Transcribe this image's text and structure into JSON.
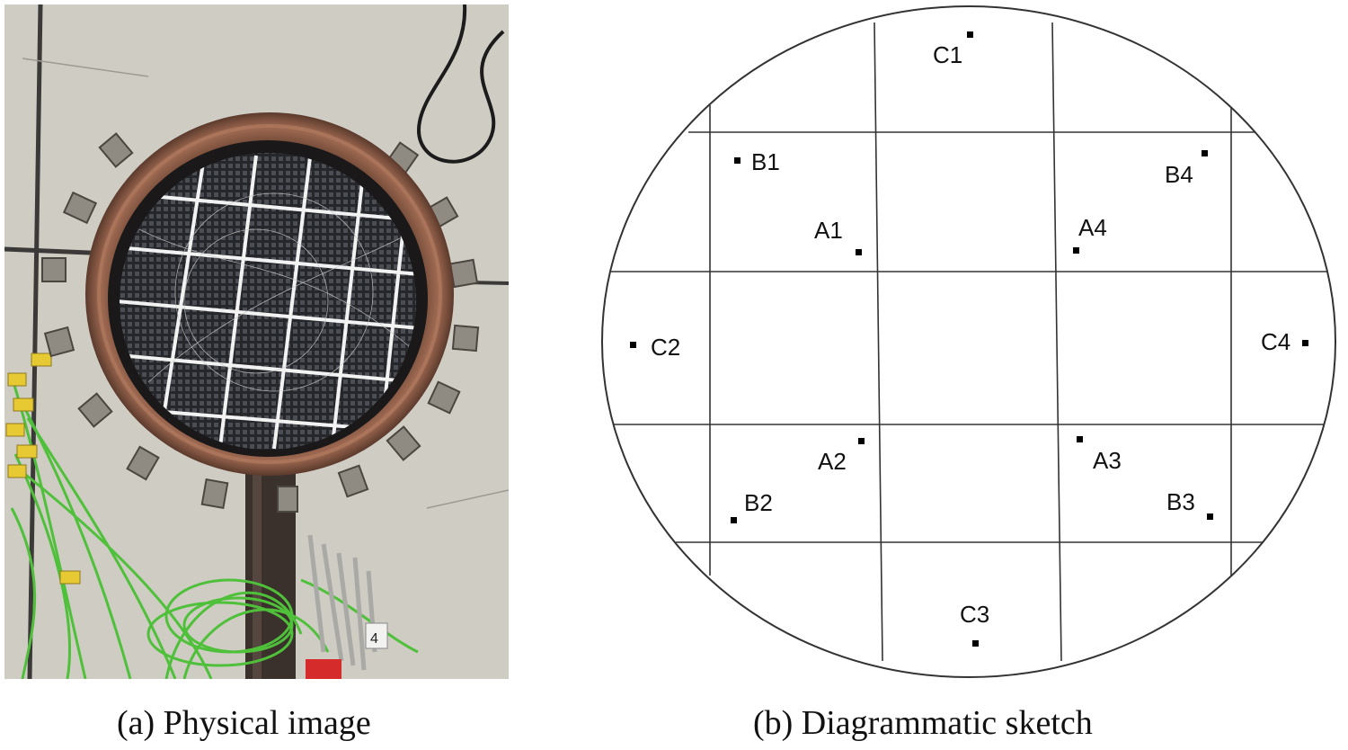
{
  "captions": {
    "photo": "(a) Physical image",
    "sketch": "(b) Diagrammatic sketch"
  },
  "photo_tag": "4",
  "points": {
    "C1": "C1",
    "B1": "B1",
    "B4": "B4",
    "A1": "A1",
    "A4": "A4",
    "C2": "C2",
    "C4": "C4",
    "A2": "A2",
    "A3": "A3",
    "B2": "B2",
    "B3": "B3",
    "C3": "C3"
  },
  "colors": {
    "ground": "#c9c6bf",
    "pipe_rim": "#8a5a44",
    "honeycomb": "#2d2f33",
    "grid": "#f2f2f2",
    "wire": "#4fc03a",
    "connector": "#e7c934",
    "line": "#333333"
  }
}
